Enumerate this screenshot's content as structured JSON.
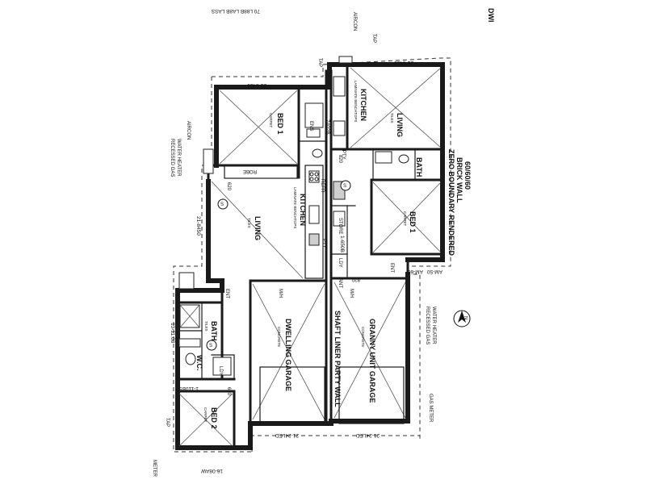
{
  "doc_code": "DWI",
  "top_note": "70 L88B LA8B LASS",
  "rooms": {
    "bed1_left": {
      "label": "BED 1",
      "finish": "CARPET"
    },
    "robe_left": "ROBE",
    "ens": "ENS",
    "kitchen_left": {
      "label": "KITCHEN",
      "note": "LAMINATE BENCHTOPS"
    },
    "living_left": {
      "label": "LIVING",
      "finish": "TILES"
    },
    "garage_dwelling": {
      "label": "DWELLING GARAGE",
      "finish": "CONCRETE"
    },
    "bath_left": {
      "label": "BATH",
      "finish": "TILES"
    },
    "wc": "W.C.",
    "ldy_left": "LDY",
    "bed2": {
      "label": "BED 2",
      "finish": "CARPET"
    },
    "kitchen_right": {
      "label": "KITCHEN",
      "note": "LAMINATE BENCHTOPS"
    },
    "living_right": {
      "label": "LIVING",
      "finish": "TILES"
    },
    "bath_right": "BATH",
    "bed1_right": {
      "label": "BED 1",
      "finish": "CARPET"
    },
    "store": "STORE",
    "ldy_right": "LDY",
    "garage_unit": {
      "label": "GRANNY UNIT GARAGE",
      "finish": "CONCRETE"
    },
    "ent_left": "ENT",
    "ent_right": "ENT",
    "pty_left": "PTY",
    "pty_right": "PTY",
    "refr": "REFR",
    "ant": "ANT"
  },
  "notes": {
    "boundary": "ZERO BOUNDARY RENDERED",
    "boundary2": "BRICK WALL",
    "boundary3": "60/60/60",
    "party_wall": "SHAFT LINER PARTY WALL",
    "gas_left": "RECESSED GAS",
    "gas_left2": "WATER HEATER",
    "gas_right": "RECESSED GAS",
    "gas_right2": "WATER HEATER",
    "gas_meter": "GAS METER",
    "aircon_left": "AIRCON",
    "aircon_top": "AIRCON",
    "tap_top": "TAP",
    "tap_top2": "TAP",
    "tap_bottom": "TAP",
    "meter": "METER",
    "mh_left": "M/H",
    "mh_right": "M/H"
  },
  "dims": {
    "d_top_right": "21-8450",
    "d_top_left": "21-8450",
    "d_left_mid": "21-8450",
    "d_bottom_1": "21-24LED",
    "d_bottom_2": "21-24LED",
    "d_bottom_left": "16-08AW",
    "d_right_top": "AM-50",
    "d_right_mid": "AM-60",
    "d_bath": "1-110B5",
    "d_living": "1-650B",
    "d_wc": "13-11:08",
    "d_kit": "7402B",
    "d_door1": "620",
    "d_door2": "820",
    "d_door3": "820",
    "d_door4": "620"
  },
  "smoke": "S",
  "north": "N"
}
